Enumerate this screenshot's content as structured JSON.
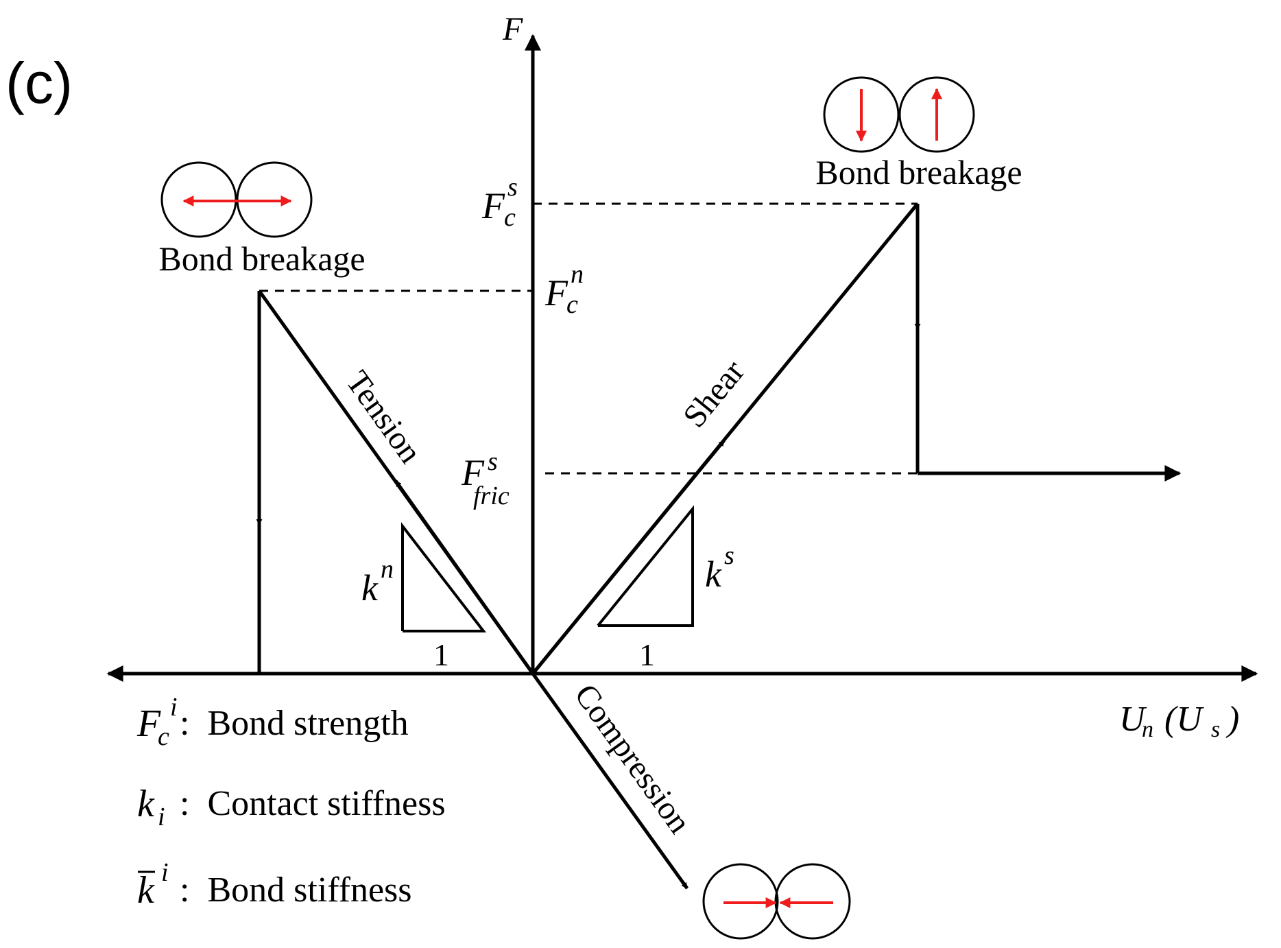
{
  "panel_label": "(c)",
  "axes": {
    "y_label": "F",
    "x_label_main": "U",
    "x_label_sub1": "n",
    "x_label_open": "(U",
    "x_label_sub2": "s",
    "x_label_close": ")"
  },
  "levels": {
    "fcs_main": "F",
    "fcs_sub": "c",
    "fcs_sup": "s",
    "fcn_main": "F",
    "fcn_sub": "c",
    "fcn_sup": "n",
    "ffric_main": "F",
    "ffric_sub": "fric",
    "ffric_sup": "s"
  },
  "branches": {
    "tension": "Tension",
    "shear": "Shear",
    "compression": "Compression"
  },
  "stiffness": {
    "kn_main": "k",
    "kn_sup": "n",
    "kn_run": "1",
    "ks_main": "k",
    "ks_sup": "s",
    "ks_run": "1"
  },
  "states": {
    "left_break": "Bond breakage",
    "right_break": "Bond breakage"
  },
  "legend": {
    "row1_main": "F",
    "row1_sub": "c",
    "row1_sup": "i",
    "row1_text": ":  Bond strength",
    "row2_main": "k",
    "row2_sub": "i",
    "row2_text": ":  Contact stiffness",
    "row3_main": "k",
    "row3_sup": "i",
    "row3_text": ":  Bond stiffness"
  },
  "colors": {
    "ink": "#000000",
    "force_arrow": "#ee1c1c",
    "background": "#ffffff"
  }
}
